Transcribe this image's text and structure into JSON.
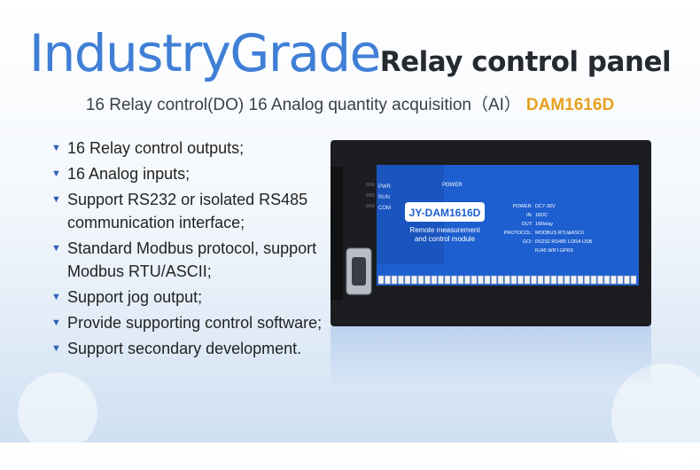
{
  "title": {
    "main": "IndustryGrade",
    "sub": "Relay control panel"
  },
  "subtitle": {
    "text": "16 Relay control(DO)  16 Analog quantity acquisition（AI）",
    "model": "DAM1616D"
  },
  "features": [
    "16 Relay control outputs;",
    "16 Analog inputs;",
    "Support RS232 or isolated RS485 communication interface;",
    "Standard Modbus protocol, support Modbus RTU/ASCII;",
    "Support jog output;",
    "Provide supporting control software;",
    "Support secondary development."
  ],
  "device": {
    "model_label": "JY-DAM1616D",
    "desc_line1": "Remote measurement",
    "desc_line2": "and control module",
    "led_labels": [
      "PWR",
      "RUN",
      "COM"
    ],
    "power_label": "POWER",
    "specs": [
      {
        "key": "POWER:",
        "value": "DC7-30V"
      },
      {
        "key": "IN:",
        "value": "16DC"
      },
      {
        "key": "OUT:",
        "value": "16Relay"
      },
      {
        "key": "PROTOCOL:",
        "value": "MODBUS  RTU&ASCII"
      },
      {
        "key": "GCI:",
        "value": "RS232  RS485  LORA  USB"
      },
      {
        "key": "",
        "value": "RJ45  WIFI  GPRS"
      }
    ]
  },
  "colors": {
    "accent": "#3f7fd6",
    "model": "#e8a020",
    "device_blue": "#1d5fd0",
    "housing": "#1c1d20"
  }
}
